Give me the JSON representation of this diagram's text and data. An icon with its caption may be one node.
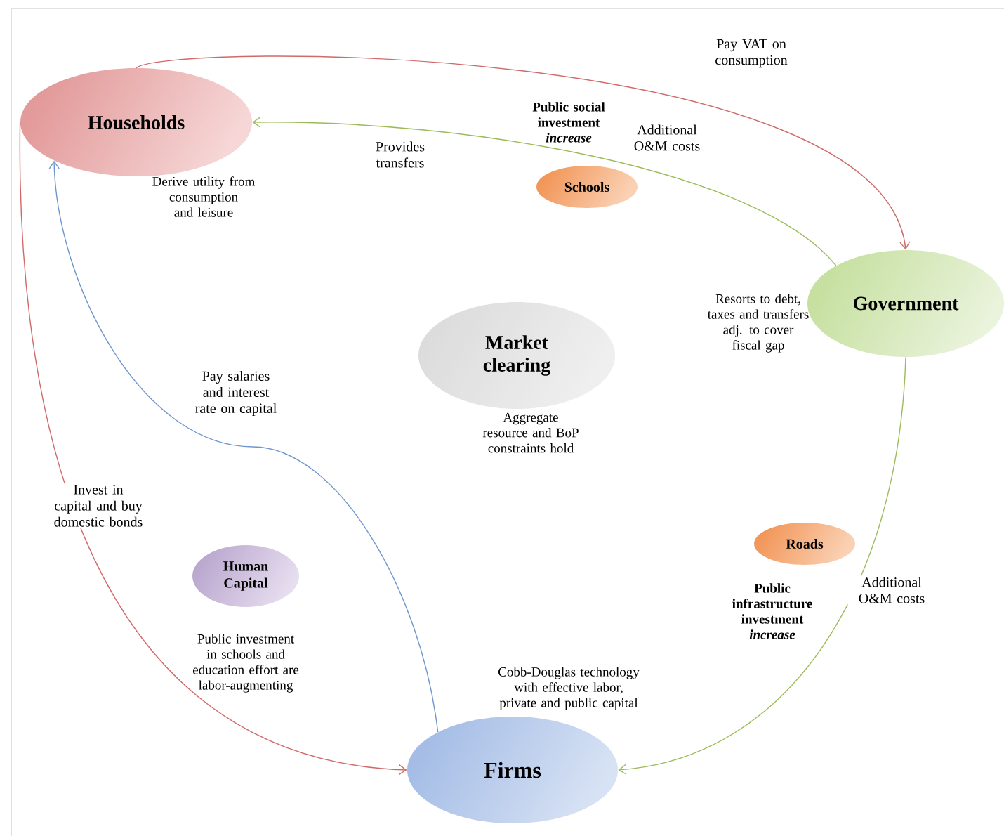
{
  "diagram": {
    "nodes": [
      {
        "text": [
          "Households"
        ],
        "beside": [
          "Derive utility from consumption and leisure"
        ]
      },
      {
        "text": [
          "Government"
        ],
        "beside": [
          "Resorts to debt, taxes and transfers adj. to cover fiscal gap"
        ]
      },
      {
        "text": [
          "Market clearing"
        ],
        "beside": [
          "Aggregate resource and BoP constraints hold"
        ]
      },
      {
        "text": [
          "Schools"
        ],
        "beside": [
          "Public social investment *increase*"
        ]
      },
      {
        "text": [
          "Roads"
        ],
        "beside": [
          "Public infrastructure investment *increase*"
        ]
      },
      {
        "text": [
          "Human Capital"
        ],
        "beside": [
          "Public investment in schools and education effort are labor-augmenting"
        ]
      },
      {
        "text": [
          "Firms"
        ],
        "beside": [
          "Cobb-Douglas technology with effective labor, private and public capital"
        ]
      }
    ],
    "edges": [
      {
        "from": 0,
        "to": 1,
        "arrow": "to",
        "label": "Pay VAT on consumption",
        "color": "#d06a6a"
      },
      {
        "from": 1,
        "to": 0,
        "arrow": "to",
        "label": "Provides transfers",
        "color": "#9bbb59"
      },
      {
        "from": 1,
        "to": 6,
        "arrow": "to",
        "label": "Additional O&M costs",
        "color": "#9bbb59"
      },
      {
        "from": 6,
        "to": 0,
        "arrow": "to",
        "label": "Pay salaries and interest rate on capital",
        "color": "#6f96cc"
      },
      {
        "from": 0,
        "to": 6,
        "arrow": "to",
        "label": "Invest in capital and buy domestic bonds",
        "color": "#d06a6a"
      }
    ],
    "labels": [
      "Additional O&M costs"
    ]
  }
}
